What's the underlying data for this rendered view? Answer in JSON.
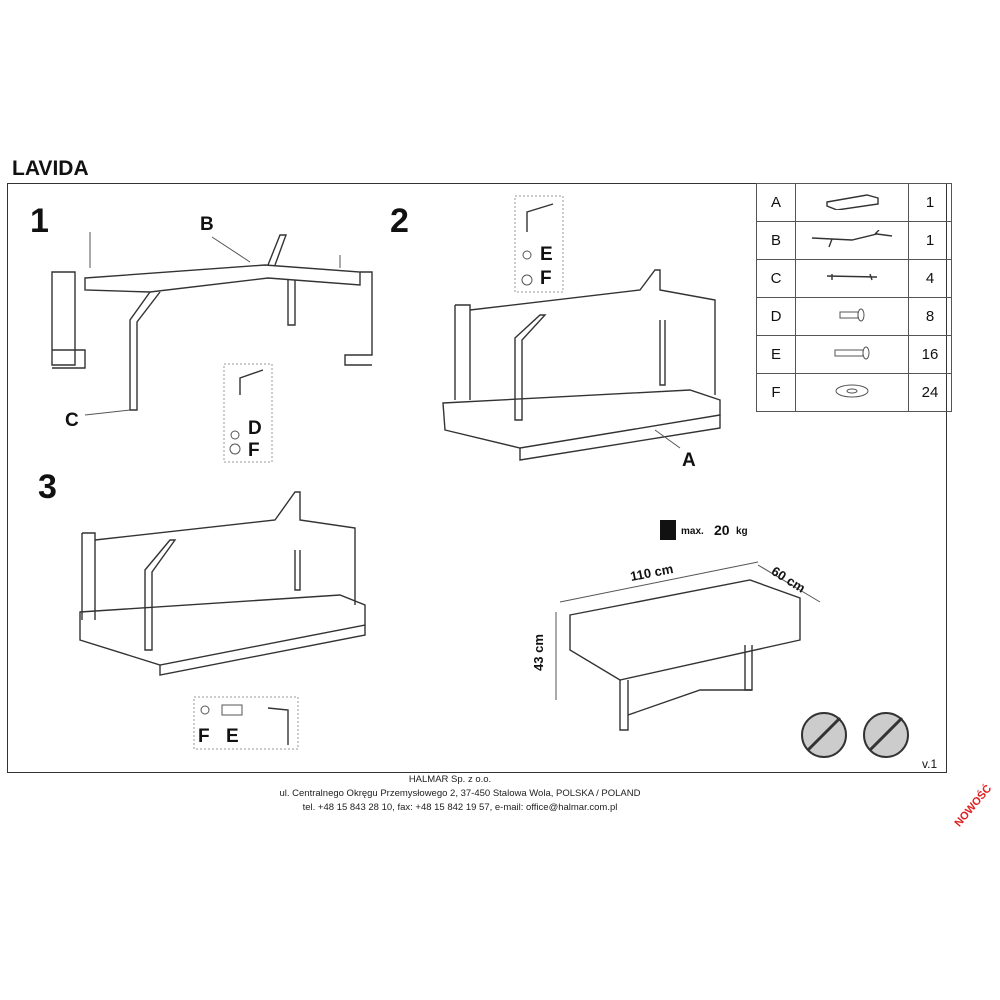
{
  "title": "LAVIDA",
  "steps": [
    "1",
    "2",
    "3"
  ],
  "labels": {
    "b": "B",
    "c": "C",
    "a": "A",
    "d": "D",
    "f1": "F",
    "e2": "E",
    "f2": "F",
    "f3": "F",
    "e3": "E"
  },
  "parts": [
    {
      "letter": "A",
      "qty": "1",
      "icon": "tabletop-frame-icon"
    },
    {
      "letter": "B",
      "qty": "1",
      "icon": "cross-base-icon"
    },
    {
      "letter": "C",
      "qty": "4",
      "icon": "leg-bracket-icon"
    },
    {
      "letter": "D",
      "qty": "8",
      "icon": "short-bolt-icon"
    },
    {
      "letter": "E",
      "qty": "16",
      "icon": "long-bolt-icon"
    },
    {
      "letter": "F",
      "qty": "24",
      "icon": "washer-icon"
    }
  ],
  "specs": {
    "max": "max.",
    "load": "20",
    "unit": "kg",
    "width": "110 cm",
    "depth": "60 cm",
    "height": "43 cm"
  },
  "version": "v.1",
  "footer": {
    "company": "HALMAR Sp. z o.o.",
    "address": "ul. Centralnego Okręgu Przemysłowego 2, 37-450 Stalowa Wola, POLSKA / POLAND",
    "contact": "tel. +48 15 843 28 10, fax: +48 15 842 19 57, e-mail: office@halmar.com.pl"
  },
  "badge": "NOWOŚĆ",
  "colors": {
    "badge": "#e02020",
    "line": "#333333"
  }
}
